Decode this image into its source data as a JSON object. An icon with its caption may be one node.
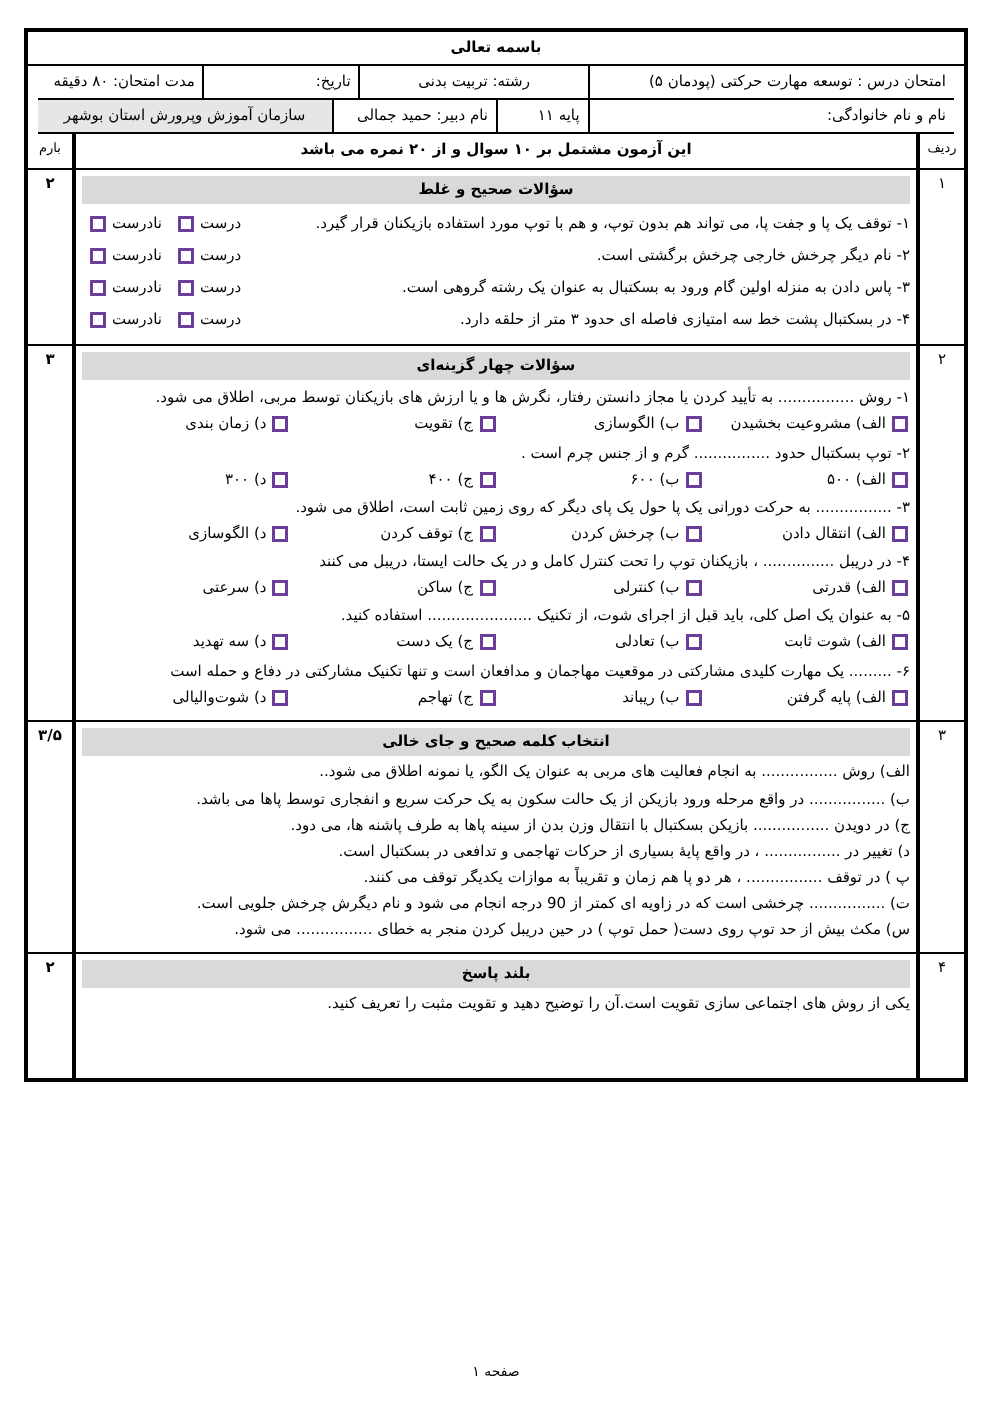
{
  "diagram": {
    "title": "باسمه تعالی",
    "labels": [
      "امتحان درس : توسعه مهارت حرکتی (پودمان ۵)",
      "رشته: تربیت بدنی",
      "تاریخ:",
      "مدت امتحان: ۸۰ دقیقه",
      "نام و نام خانوادگی:",
      "پایه ۱۱",
      "نام دبیر: حمید جمالی",
      "سازمان آموزش وپرورش استان بوشهر",
      "ردیف",
      "این آزمون مشتمل بر ۱۰ سوال و از ۲۰ نمره می باشد",
      "بارم",
      "۱",
      "سؤالات صحیح و غلط",
      "۲",
      "۱- توقف یک پا و جفت پا، می تواند هم بدون توپ، و هم با توپ مورد استفاده بازیکنان قرار گیرد.",
      "درست",
      "نادرست",
      "۲- نام دیگر چرخش خارجی چرخش برگشتی است.",
      "درست",
      "نادرست",
      "۳- پاس دادن به منزله اولین گام ورود به بسکتبال به عنوان یک رشته گروهی است.",
      "درست",
      "نادرست",
      "۴- در بسکتبال پشت خط سه امتیازی فاصله ای حدود ۳ متر از حلقه دارد.",
      "درست",
      "نادرست",
      "۲",
      "سؤالات چهار گزینه‌ای",
      "۳",
      "۱- روش ................ به تأیید کردن یا مجاز دانستن رفتار، نگرش ها و یا ارزش های بازیکنان توسط مربی، اطلاق می شود.",
      "الف) مشروعیت بخشیدن",
      "ب) الگوسازی",
      "ج) تقویت",
      "د) زمان بندی",
      "۲- توپ بسکتبال حدود ................ گرم و از جنس چرم است .",
      "الف) ۵۰۰",
      "ب) ۶۰۰",
      "ج) ۴۰۰",
      "د) ۳۰۰",
      "۳- ................ به حرکت دورانی یک پا حول یک پای دیگر که روی زمین ثابت است، اطلاق می شود.",
      "الف) انتقال دادن",
      "ب) چرخش کردن",
      "ج) توقف کردن",
      "د) الگوسازی",
      "۴- در دریبل ............... ، بازیکنان توپ را تحت کنترل کامل و در یک حالت ایستا، دریبل می کنند",
      "الف) قدرتی",
      "ب) کنترلی",
      "ج) ساکن",
      "د) سرعتی",
      "۵- به عنوان یک اصل کلی، باید قبل از اجرای شوت، از تکنیک ...................... استفاده کنید.",
      "الف) شوت ثابت",
      "ب) تعادلی",
      "ج) یک دست",
      "د) سه تهدید",
      "۶- ......... یک مهارت کلیدی مشارکتی در موقعیت مهاجمان و مدافعان است و تنها تکنیک مشارکتی در دفاع و حمله است",
      "الف) پایه گرفتن",
      "ب) ریباند",
      "ج) تهاجم",
      "د) شوت‌والیالی",
      "۳",
      "انتخاب کلمه صحیح و جای خالی",
      "۳/۵",
      "الف) روش ................ به انجام فعالیت های مربی به عنوان یک الگو، یا نمونه اطلاق می شود..",
      "ب) ................ در واقع مرحله ورود بازیکن از یک حالت سکون به یک حرکت سریع و انفجاری توسط پاها می باشد.",
      "ج) در دویدن ................ بازیکن بسکتبال با انتقال وزن بدن از سینه پاها به طرف پاشنه ها، می دود.",
      "د) تغییر در ................ ، در واقع پایهٔ بسیاری از حرکات تهاجمی و تدافعی در بسکتبال است.",
      "پ ) در توقف ................ ، هر دو پا هم زمان و تقریباً به موازات یکدیگر توقف می کنند.",
      "ت) ................ چرخشی است که در زاویه ای کمتر از 90 درجه انجام می شود و نام دیگرش چرخش جلویی است.",
      "س) مکث بیش از حد توپ روی دست( حمل توپ ) در حین دریبل کردن منجر به خطای ................ می شود.",
      "۴",
      "بلند پاسخ",
      "۲",
      "یکی از روش های اجتماعی سازی تقویت است.آن را توضیح دهید و تقویت مثبت را تعریف کنید.",
      "صفحه ۱"
    ]
  }
}
